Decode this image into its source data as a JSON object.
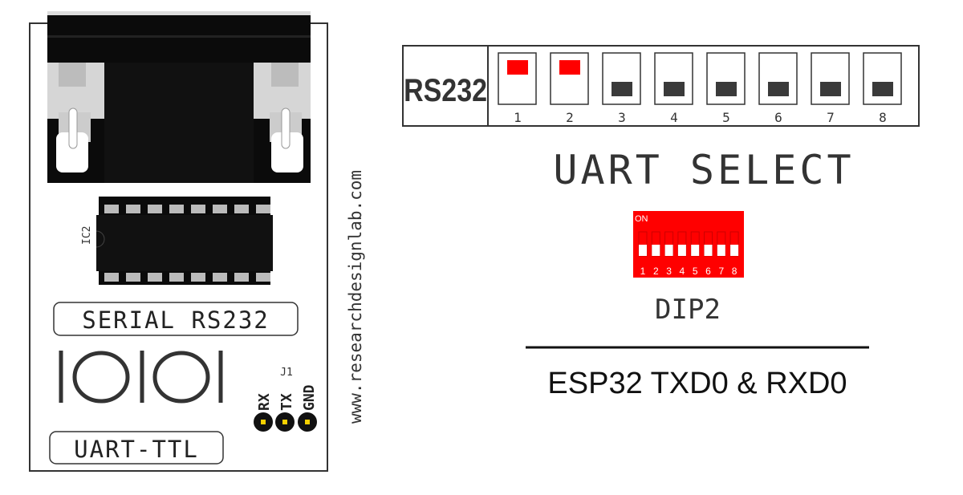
{
  "board": {
    "ic_label": "IC2",
    "serial_label": "SERIAL RS232",
    "uart_label": "UART-TTL",
    "header_ref": "J1",
    "pins": [
      "RX",
      "TX",
      "GND"
    ],
    "website": "www.researchdesignlab.com"
  },
  "switch_panel": {
    "label": "RS232",
    "switches": [
      {
        "number": "1",
        "state": "on"
      },
      {
        "number": "2",
        "state": "on"
      },
      {
        "number": "3",
        "state": "off"
      },
      {
        "number": "4",
        "state": "off"
      },
      {
        "number": "5",
        "state": "off"
      },
      {
        "number": "6",
        "state": "off"
      },
      {
        "number": "7",
        "state": "off"
      },
      {
        "number": "8",
        "state": "off"
      }
    ],
    "title": "UART SELECT"
  },
  "dip": {
    "on_label": "ON",
    "numbers": [
      "1",
      "2",
      "3",
      "4",
      "5",
      "6",
      "7",
      "8"
    ],
    "name": "DIP2"
  },
  "caption": "ESP32 TXD0 & RXD0",
  "colors": {
    "red": "#ff0000",
    "dark": "#3a3a3a",
    "black": "#111111"
  }
}
